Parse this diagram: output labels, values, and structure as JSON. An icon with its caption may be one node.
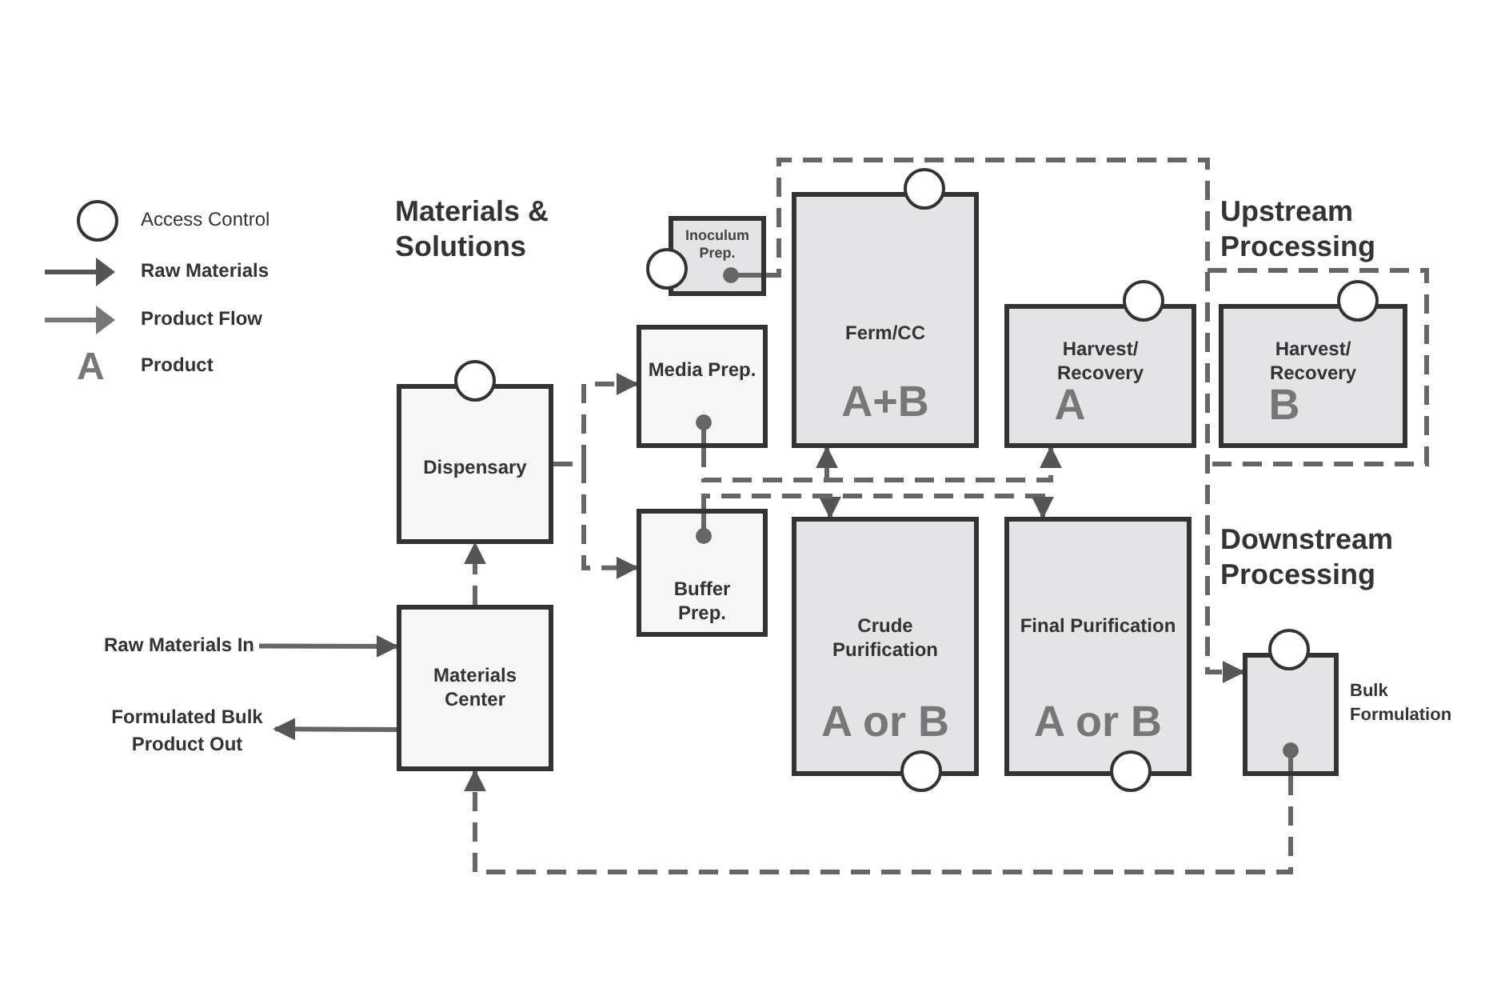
{
  "diagram": {
    "nodes": [
      {
        "text": [
          "Dispensary"
        ]
      },
      {
        "text": [
          "Media Prep."
        ]
      },
      {
        "text": [
          "Buffer Prep."
        ]
      },
      {
        "text": [
          "Inoculum Prep."
        ]
      },
      {
        "text": [
          "Ferm/CC",
          "A+B"
        ]
      },
      {
        "text": [
          "Harvest/ Recovery",
          "A"
        ]
      },
      {
        "text": [
          "Harvest/ Recovery",
          "B"
        ]
      },
      {
        "text": [
          "Crude Purification",
          "A or B"
        ]
      },
      {
        "text": [
          "Final Purification",
          "A or B"
        ]
      },
      {
        "text": [
          "Bulk Formulation"
        ]
      },
      {
        "text": [
          "Materials Center"
        ]
      },
      {
        "text": [
          "Raw Materials In"
        ]
      },
      {
        "text": [
          "Formulated Bulk Product Out"
        ]
      }
    ],
    "edges": [
      {
        "from": 11,
        "to": 10,
        "arrow": "to"
      },
      {
        "from": 10,
        "to": 12,
        "arrow": "to"
      },
      {
        "from": 10,
        "to": 0,
        "arrow": "to",
        "style": "dashed"
      },
      {
        "from": 0,
        "to": 1,
        "arrow": "to",
        "style": "dashed"
      },
      {
        "from": 0,
        "to": 2,
        "arrow": "to",
        "style": "dashed"
      },
      {
        "from": 1,
        "to": 4,
        "arrow": "to",
        "style": "dashed"
      },
      {
        "from": 1,
        "to": 5,
        "arrow": "to",
        "style": "dashed"
      },
      {
        "from": 2,
        "to": 7,
        "arrow": "to",
        "style": "dashed"
      },
      {
        "from": 2,
        "to": 8,
        "arrow": "to",
        "style": "dashed"
      },
      {
        "from": 3,
        "to": 9,
        "arrow": "to",
        "style": "dashed"
      },
      {
        "from": 9,
        "to": 10,
        "arrow": "to",
        "style": "dashed"
      }
    ],
    "labels": [
      "A",
      "Materials & Solutions",
      "Upstream Processing",
      "Downstream Processing"
    ],
    "legend": [
      {
        "text": "Access Control"
      },
      {
        "text": "Raw Materials"
      },
      {
        "text": "Product Flow"
      },
      {
        "text": "Product"
      }
    ]
  }
}
